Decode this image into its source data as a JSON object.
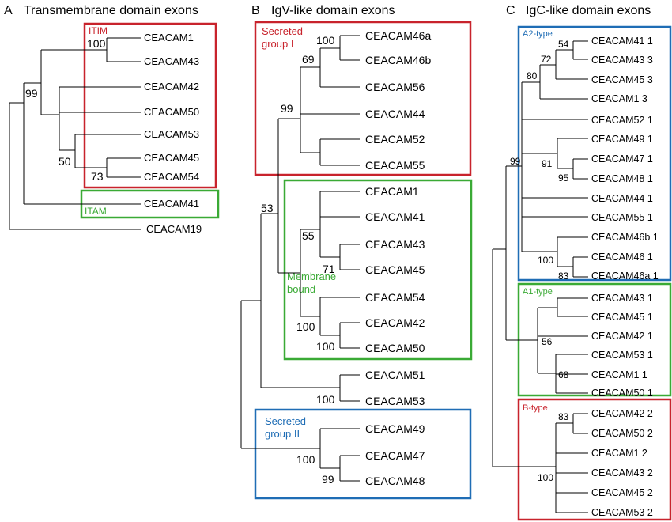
{
  "panels": [
    {
      "letter": "A",
      "title": "Transmembrane domain exons",
      "boxes": [
        {
          "label": "ITIM",
          "color": "red"
        },
        {
          "label": "ITAM",
          "color": "green"
        }
      ],
      "leaves": [
        "CEACAM1",
        "CEACAM43",
        "CEACAM42",
        "CEACAM50",
        "CEACAM53",
        "CEACAM45",
        "CEACAM54",
        "CEACAM41",
        "CEACAM19"
      ],
      "bootstrap": [
        "100",
        "99",
        "50",
        "73"
      ]
    },
    {
      "letter": "B",
      "title": "IgV-like domain exons",
      "boxes": [
        {
          "label_lines": [
            "Secreted",
            "group I"
          ],
          "color": "red"
        },
        {
          "label_lines": [
            "Membrane",
            "bound"
          ],
          "color": "green"
        },
        {
          "label_lines": [
            "Secreted",
            "group II"
          ],
          "color": "blue"
        }
      ],
      "leaves": [
        "CEACAM46a",
        "CEACAM46b",
        "CEACAM56",
        "CEACAM44",
        "CEACAM52",
        "CEACAM55",
        "CEACAM1",
        "CEACAM41",
        "CEACAM43",
        "CEACAM45",
        "CEACAM54",
        "CEACAM42",
        "CEACAM50",
        "CEACAM51",
        "CEACAM53",
        "CEACAM49",
        "CEACAM47",
        "CEACAM48"
      ],
      "bootstrap": [
        "100",
        "69",
        "99",
        "53",
        "55",
        "71",
        "100",
        "100",
        "100",
        "100",
        "99"
      ]
    },
    {
      "letter": "C",
      "title": "IgC-like domain exons",
      "boxes": [
        {
          "label": "A2-type",
          "color": "blue"
        },
        {
          "label": "A1-type",
          "color": "green"
        },
        {
          "label": "B-type",
          "color": "red"
        }
      ],
      "leaves": [
        "CEACAM41 1",
        "CEACAM43 3",
        "CEACAM45 3",
        "CEACAM1 3",
        "CEACAM52 1",
        "CEACAM49 1",
        "CEACAM47 1",
        "CEACAM48 1",
        "CEACAM44 1",
        "CEACAM55 1",
        "CEACAM46b 1",
        "CEACAM46 1",
        "CEACAM46a 1",
        "CEACAM43 1",
        "CEACAM45 1",
        "CEACAM42 1",
        "CEACAM53 1",
        "CEACAM1 1",
        "CEACAM50 1",
        "CEACAM42 2",
        "CEACAM50 2",
        "CEACAM1 2",
        "CEACAM43 2",
        "CEACAM45 2",
        "CEACAM53 2"
      ],
      "bootstrap": [
        "54",
        "72",
        "80",
        "99",
        "91",
        "95",
        "100",
        "83",
        "56",
        "68",
        "83",
        "100"
      ]
    }
  ],
  "colors": {
    "red": "#c8232c",
    "green": "#3aaa35",
    "blue": "#1f6db5",
    "line": "#000000"
  }
}
